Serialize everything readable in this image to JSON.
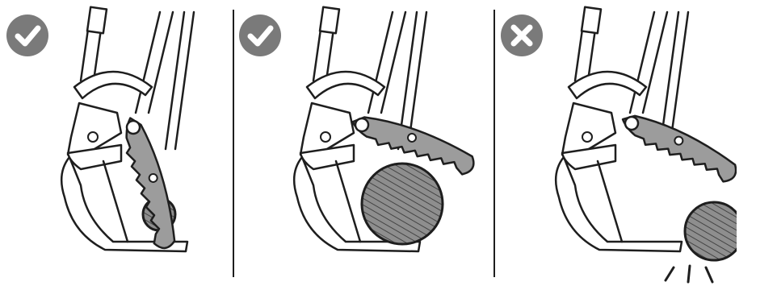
{
  "colors": {
    "line": "#1e1e1e",
    "badge": "#7a7a7a",
    "jaw_fill": "#9c9c9c",
    "log_fill": "#8e8e8e",
    "background": "#ffffff"
  },
  "panels": [
    {
      "status": "correct",
      "icon": "check-icon",
      "log_size": "small"
    },
    {
      "status": "correct",
      "icon": "check-icon",
      "log_size": "large"
    },
    {
      "status": "incorrect",
      "icon": "x-icon",
      "log_size": "medium",
      "log_position": "outside-jaws",
      "impact_lines": true
    }
  ]
}
